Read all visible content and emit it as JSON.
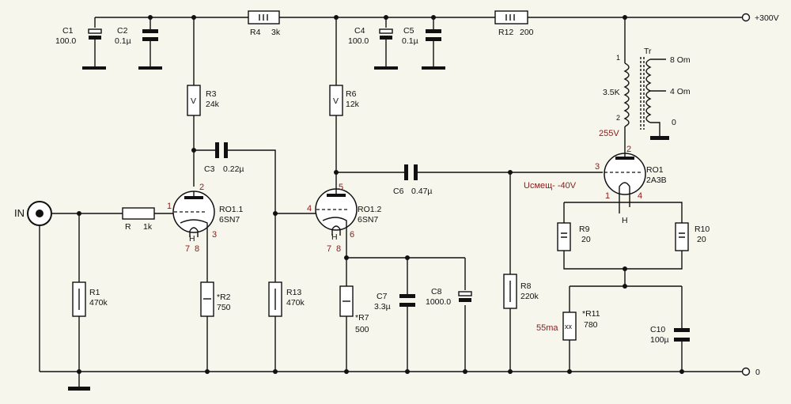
{
  "terminals": {
    "plus": "+300V",
    "ground": "0",
    "input": "IN"
  },
  "components": {
    "C1": {
      "name": "C1",
      "value": "100.0"
    },
    "C2": {
      "name": "C2",
      "value": "0.1µ"
    },
    "C3": {
      "name": "C3",
      "value": "0.22µ"
    },
    "C4": {
      "name": "C4",
      "value": "100.0"
    },
    "C5": {
      "name": "C5",
      "value": "0.1µ"
    },
    "C6": {
      "name": "C6",
      "value": "0.47µ"
    },
    "C7": {
      "name": "C7",
      "value": "3.3µ"
    },
    "C8": {
      "name": "C8",
      "value": "1000.0"
    },
    "C10": {
      "name": "C10",
      "value": "100µ"
    },
    "R": {
      "name": "R",
      "value": "1k"
    },
    "R1": {
      "name": "R1",
      "value": "470k"
    },
    "R2": {
      "name": "*R2",
      "value": "750"
    },
    "R3": {
      "name": "R3",
      "value": "24k"
    },
    "R4": {
      "name": "R4",
      "value": "3k"
    },
    "R6": {
      "name": "R6",
      "value": "12k"
    },
    "R7": {
      "name": "*R7",
      "value": "500"
    },
    "R8": {
      "name": "R8",
      "value": "220k"
    },
    "R9": {
      "name": "R9",
      "value": "20"
    },
    "R10": {
      "name": "R10",
      "value": "20"
    },
    "R11": {
      "name": "*R11",
      "value": "780"
    },
    "R12": {
      "name": "R12",
      "value": "200"
    },
    "R13": {
      "name": "R13",
      "value": "470k"
    },
    "V1": {
      "name": "RO1.1",
      "type": "6SN7"
    },
    "V2": {
      "name": "RO1.2",
      "type": "6SN7"
    },
    "V3": {
      "name": "RO1",
      "type": "2A3B"
    },
    "Tr": {
      "name": "Tr",
      "primary": "3.5K",
      "tap8": "8 Om",
      "tap4": "4 Om",
      "tap0": "0"
    }
  },
  "pins": {
    "v1": {
      "grid": "1",
      "plate": "2",
      "cathode": "3",
      "h1": "7",
      "h2": "8",
      "h": "H"
    },
    "v2": {
      "grid": "4",
      "plate": "5",
      "cathode": "6",
      "h1": "7",
      "h2": "8",
      "h": "H"
    },
    "v3": {
      "grid": "3",
      "plate": "2",
      "f1": "1",
      "f2": "4",
      "h": "H"
    },
    "tr": {
      "p1": "1",
      "p2": "2"
    }
  },
  "symbols": {
    "variable": "V",
    "wirewound": "xx"
  },
  "annotations": {
    "plate_voltage": "255V",
    "bias": "Uсмещ- -40V",
    "current": "55ma"
  },
  "colors": {
    "background": "#f6f6ec",
    "wire": "#111111",
    "annotation": "#8b1a1a"
  }
}
